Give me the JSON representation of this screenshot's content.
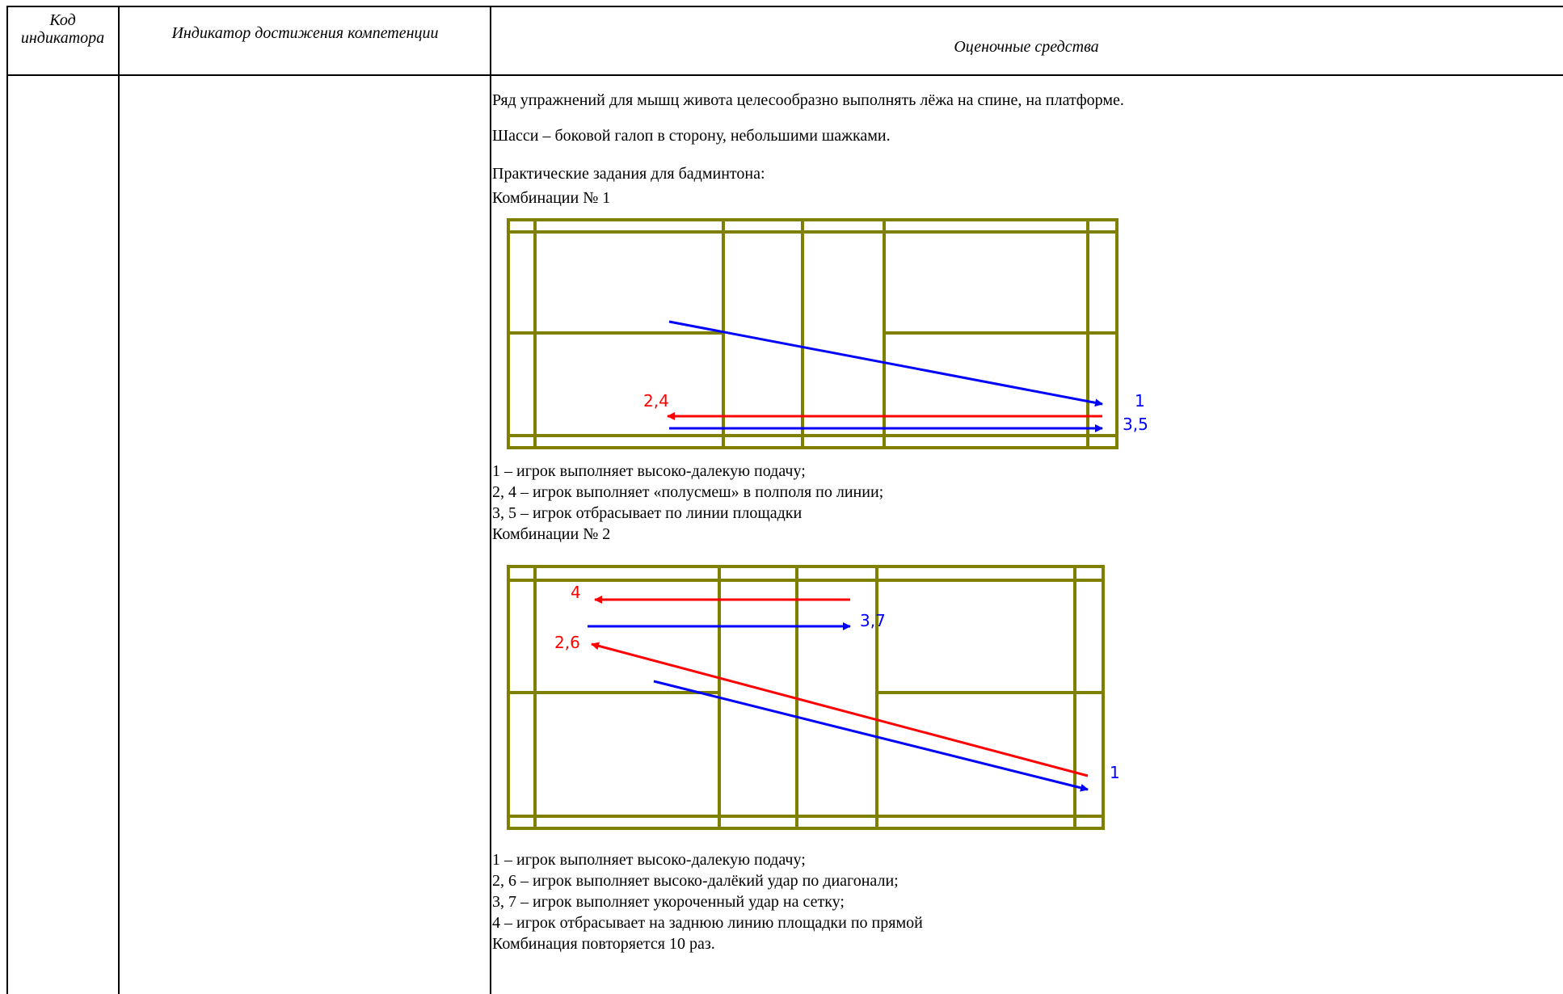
{
  "table": {
    "headers": {
      "col1": "Код индикатора",
      "col2": "Индикатор достижения компетенции",
      "col3": "Оценочные средства"
    }
  },
  "content": {
    "para1": "Ряд  упражнений для мышц живота целесообразно выполнять лёжа на спине, на платформе.",
    "para2": " Шасси – боковой галоп в сторону, небольшими шажками.",
    "heading": "Практические задания для бадминтона:",
    "combo1_title": "Комбинации № 1",
    "combo1_labels": {
      "l1": "1",
      "l24": "2,4",
      "l35": "3,5"
    },
    "combo1_items": [
      "1 – игрок выполняет высоко-далекую подачу;",
      "2, 4 – игрок выполняет «полусмеш» в полполя по линии;",
      "3, 5 – игрок отбрасывает по линии площадки"
    ],
    "combo2_title": "Комбинации № 2",
    "combo2_labels": {
      "l4": "4",
      "l37": "3,7",
      "l26": "2,6",
      "l1": "1"
    },
    "combo2_items": [
      "1 – игрок выполняет высоко-далекую подачу;",
      "2, 6 – игрок выполняет высоко-далёкий удар по диагонали;",
      "3, 7 – игрок выполняет укороченный удар на сетку;",
      "4 – игрок отбрасывает на заднюю линию площадки по прямой"
    ],
    "final": "Комбинация повторяется 10 раз."
  },
  "colors": {
    "court": "#808000",
    "blue": "#0000ff",
    "red": "#ff0000"
  }
}
